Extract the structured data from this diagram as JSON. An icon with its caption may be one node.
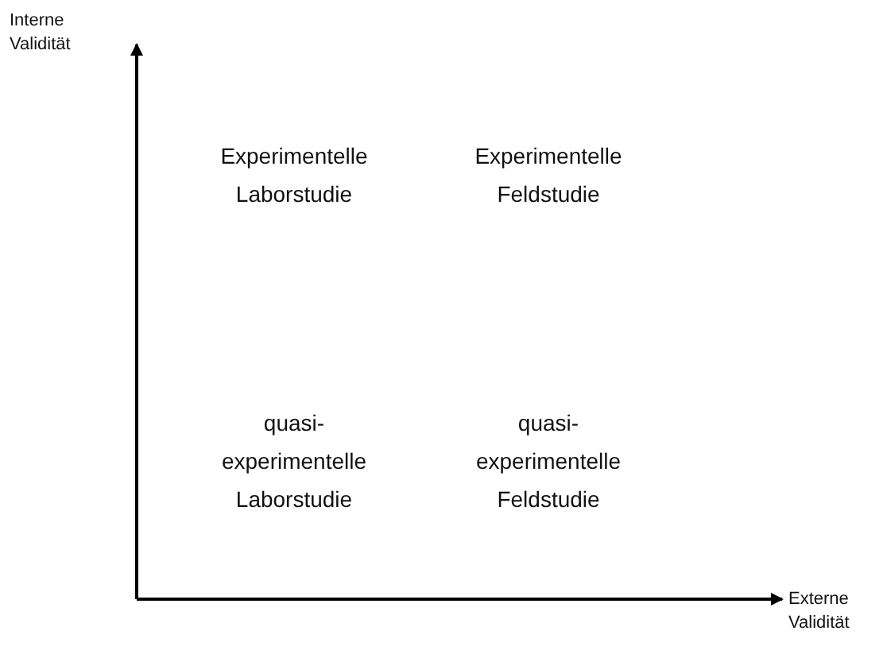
{
  "diagram": {
    "labels": [
      "Interne Validität",
      "Experimentelle Laborstudie",
      "Experimentelle Feldstudie",
      "quasi-experimentelle Laborstudie",
      "quasi-experimentelle Feldstudie",
      "Externe Validität"
    ]
  }
}
